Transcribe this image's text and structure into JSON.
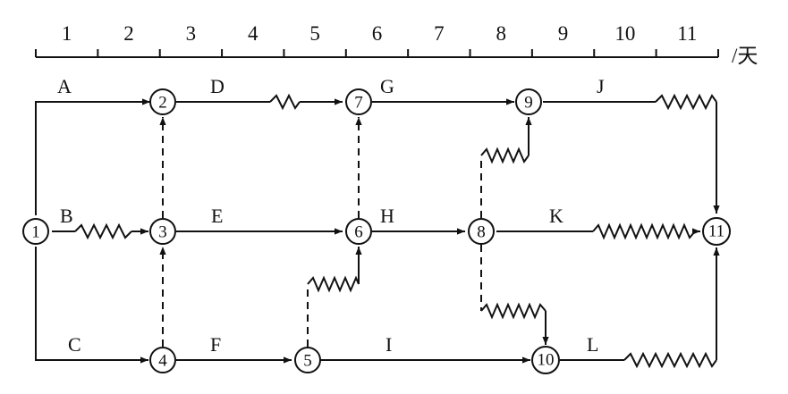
{
  "scale": {
    "days": [
      "1",
      "2",
      "3",
      "4",
      "5",
      "6",
      "7",
      "8",
      "9",
      "10",
      "11"
    ],
    "unit": "/天"
  },
  "nodes": [
    "1",
    "2",
    "3",
    "4",
    "5",
    "6",
    "7",
    "8",
    "9",
    "10",
    "11"
  ],
  "activities": {
    "A": "A",
    "B": "B",
    "C": "C",
    "D": "D",
    "E": "E",
    "F": "F",
    "G": "G",
    "H": "H",
    "I": "I",
    "J": "J",
    "K": "K",
    "L": "L"
  }
}
